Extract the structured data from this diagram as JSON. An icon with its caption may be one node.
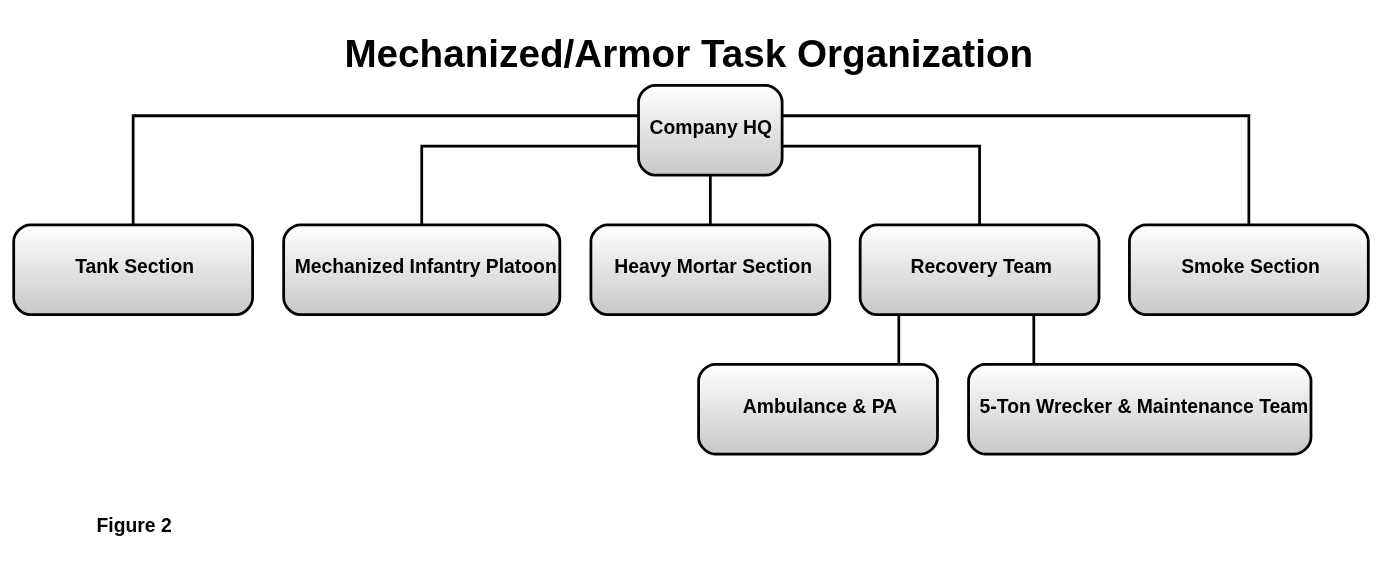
{
  "diagram": {
    "title": "Mechanized/Armor Task Organization",
    "nodes": [
      {
        "text": [
          "Company HQ"
        ]
      },
      {
        "text": [
          "Tank Section"
        ]
      },
      {
        "text": [
          "Mechanized Infantry Platoon"
        ]
      },
      {
        "text": [
          "Heavy Mortar Section"
        ]
      },
      {
        "text": [
          "Recovery Team"
        ]
      },
      {
        "text": [
          "Smoke Section"
        ]
      },
      {
        "text": [
          "Ambulance & PA"
        ]
      },
      {
        "text": [
          "5-Ton Wrecker & Maintenance Team"
        ]
      }
    ],
    "edges": [
      {
        "from": 0,
        "to": 1,
        "arrow": "none"
      },
      {
        "from": 0,
        "to": 2,
        "arrow": "none"
      },
      {
        "from": 0,
        "to": 3,
        "arrow": "none"
      },
      {
        "from": 0,
        "to": 4,
        "arrow": "none"
      },
      {
        "from": 0,
        "to": 5,
        "arrow": "none"
      },
      {
        "from": 4,
        "to": 6,
        "arrow": "none"
      },
      {
        "from": 4,
        "to": 7,
        "arrow": "none"
      }
    ],
    "labels": [
      "Figure 2"
    ]
  }
}
